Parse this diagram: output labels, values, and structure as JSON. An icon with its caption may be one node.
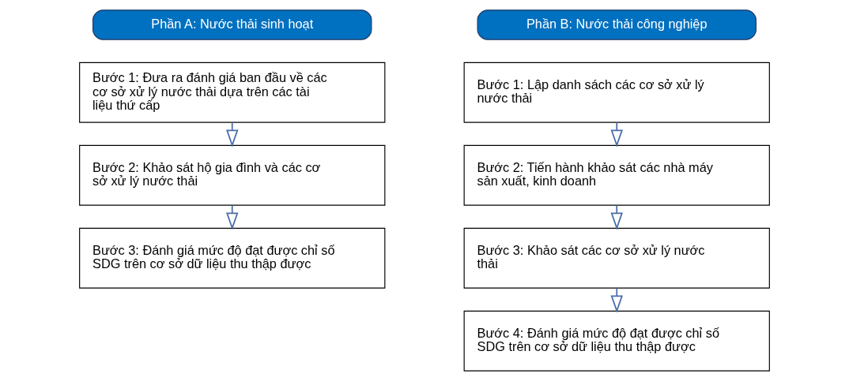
{
  "diagram": {
    "nodes": [
      {
        "text": [
          "Phần A: Nước thải sinh hoạt"
        ]
      },
      {
        "text": [
          "Bước 1: Đưa ra đánh giá ban đầu về các cơ sở xử lý nước thải dựa trên các tài liệu thứ cấp"
        ]
      },
      {
        "text": [
          "Bước 2: Khảo sát hộ gia đình và các cơ sở xử lý nước thải"
        ]
      },
      {
        "text": [
          "Bước 3: Đánh giá mức độ đạt được chỉ số SDG trên cơ sở dữ liệu thu thập được"
        ]
      },
      {
        "text": [
          "Phần B: Nước thải công nghiệp"
        ]
      },
      {
        "text": [
          "Bước 1: Lập danh sách các cơ sở xử lý nước thải"
        ]
      },
      {
        "text": [
          "Bước 2: Tiến hành khảo sát các nhà máy sản xuất, kinh doanh"
        ]
      },
      {
        "text": [
          "Bước 3: Khảo sát các cơ sở xử lý nước thải"
        ]
      },
      {
        "text": [
          "Bước 4: Đánh giá mức độ đạt được chỉ số SDG trên cơ sở dữ liệu thu thập được"
        ]
      }
    ],
    "edges": [
      {
        "from": 1,
        "to": 2,
        "arrow": "to"
      },
      {
        "from": 2,
        "to": 3,
        "arrow": "to"
      },
      {
        "from": 5,
        "to": 6,
        "arrow": "to"
      },
      {
        "from": 6,
        "to": 7,
        "arrow": "to"
      },
      {
        "from": 7,
        "to": 8,
        "arrow": "to"
      }
    ]
  }
}
